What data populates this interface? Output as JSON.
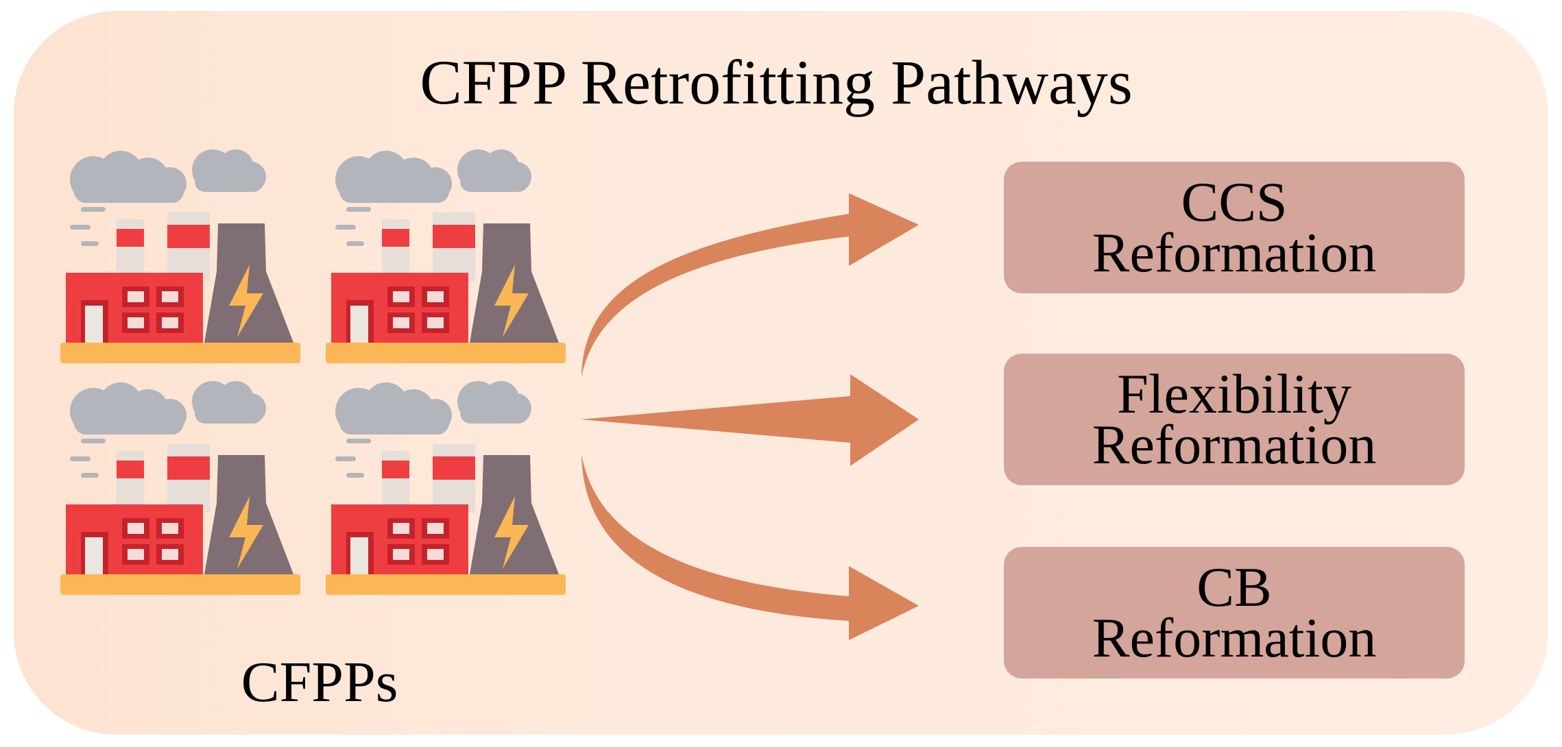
{
  "diagram": {
    "title": "CFPP Retrofitting Pathways",
    "source_label": "CFPPs",
    "source_icons": [
      "factory-icon",
      "factory-icon",
      "factory-icon",
      "factory-icon"
    ],
    "targets": [
      {
        "line1": "CCS",
        "line2": "Reformation"
      },
      {
        "line1": "Flexibility",
        "line2": "Reformation"
      },
      {
        "line1": "CB",
        "line2": "Reformation"
      }
    ],
    "colors": {
      "panel_background": "#feeadc",
      "box_fill": "#d4a59a",
      "arrow": "#d9845b",
      "factory_red": "#ef3e42",
      "factory_window": "#c5232b",
      "tower": "#7f6e74",
      "smoke": "#b2b5bb",
      "base": "#fbb756",
      "lightning": "#fbb756"
    }
  }
}
